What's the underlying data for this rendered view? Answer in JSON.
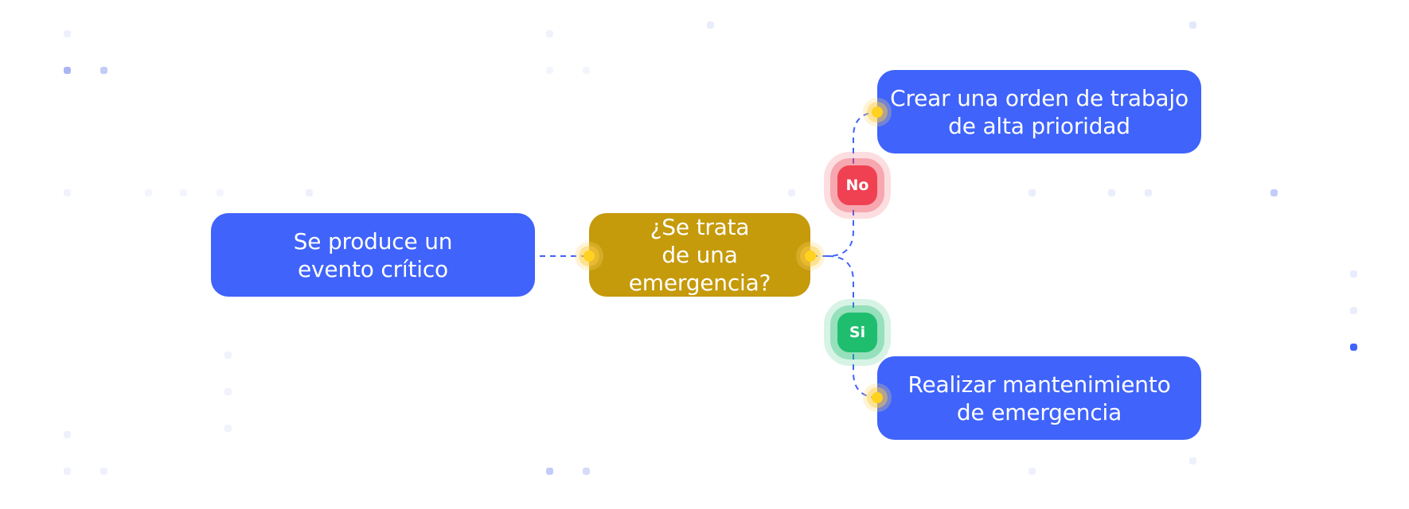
{
  "diagram": {
    "nodes": {
      "start": {
        "label": "Se produce un\nevento crítico"
      },
      "decision": {
        "label": "¿Se trata\nde una\nemergencia?"
      },
      "no_action": {
        "label": "Crear una orden de trabajo\nde alta prioridad"
      },
      "yes_action": {
        "label": "Realizar mantenimiento\nde emergencia"
      }
    },
    "branches": {
      "no": {
        "label": "No",
        "color": "#ef4152"
      },
      "yes": {
        "label": "Si",
        "color": "#1fbe6f"
      }
    },
    "colors": {
      "action_node": "#3f63fb",
      "decision_node": "#c59a0b",
      "connector": "#3f63fb",
      "connector_dot": "#ffd21f"
    }
  }
}
